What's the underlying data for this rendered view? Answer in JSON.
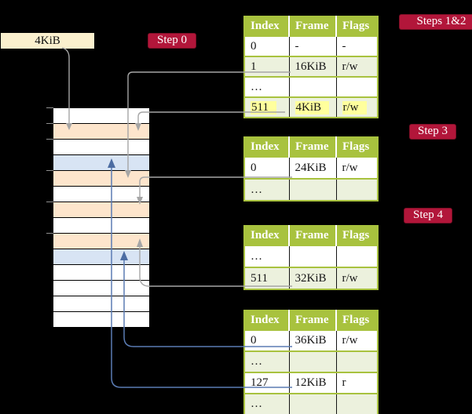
{
  "labels": {
    "page_size": "4KiB"
  },
  "badges": {
    "step0": "Step 0",
    "steps_1_2": "Steps 1&2",
    "step3": "Step 3",
    "step4": "Step 4"
  },
  "memory": {
    "rows": [
      "white",
      "peach",
      "white",
      "blue",
      "peach",
      "white",
      "peach",
      "white",
      "peach",
      "blue",
      "white",
      "white",
      "white",
      "white"
    ]
  },
  "tables": [
    {
      "id": "page-table-1",
      "headers": [
        "Index",
        "Frame",
        "Flags"
      ],
      "rows": [
        {
          "cells": [
            "0",
            "-",
            "-"
          ],
          "highlight": false
        },
        {
          "cells": [
            "1",
            "16KiB",
            "r/w"
          ],
          "highlight": false
        },
        {
          "cells": [
            "…",
            "",
            ""
          ],
          "highlight": false
        },
        {
          "cells": [
            "511",
            "4KiB",
            "r/w"
          ],
          "highlight": true
        }
      ]
    },
    {
      "id": "page-table-2",
      "headers": [
        "Index",
        "Frame",
        "Flags"
      ],
      "rows": [
        {
          "cells": [
            "0",
            "24KiB",
            "r/w"
          ],
          "highlight": false
        },
        {
          "cells": [
            "…",
            "",
            ""
          ],
          "highlight": false
        }
      ]
    },
    {
      "id": "page-table-3",
      "headers": [
        "Index",
        "Frame",
        "Flags"
      ],
      "rows": [
        {
          "cells": [
            "…",
            "",
            ""
          ],
          "highlight": false
        },
        {
          "cells": [
            "511",
            "32KiB",
            "r/w"
          ],
          "highlight": false
        }
      ]
    },
    {
      "id": "page-table-4",
      "headers": [
        "Index",
        "Frame",
        "Flags"
      ],
      "rows": [
        {
          "cells": [
            "0",
            "36KiB",
            "r/w"
          ],
          "highlight": false
        },
        {
          "cells": [
            "…",
            "",
            ""
          ],
          "highlight": false
        },
        {
          "cells": [
            "127",
            "12KiB",
            "r"
          ],
          "highlight": false
        },
        {
          "cells": [
            "…",
            "",
            ""
          ],
          "highlight": false
        }
      ]
    }
  ],
  "colors": {
    "background": "#000000",
    "badge_red": "#b2163a",
    "table_header_green": "#a8c23e",
    "table_row_green": "#ecf1dd",
    "highlight_yellow": "#ffff9d",
    "memory_peach": "#fde5cc",
    "memory_blue": "#d8e4f4",
    "cream_box": "#fbf0ce",
    "gray_arrow": "#a6a6a6",
    "blue_arrow": "#5b7cb4"
  }
}
